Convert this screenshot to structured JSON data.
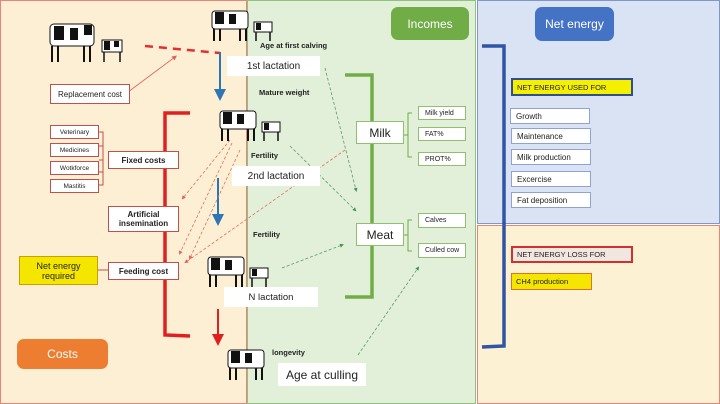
{
  "panels": {
    "costs": {
      "title": "Costs",
      "color": "#ed7d31"
    },
    "incomes": {
      "title": "Incomes",
      "color": "#70ad47"
    },
    "net_energy": {
      "title": "Net energy",
      "color": "#4472c4"
    }
  },
  "costs": {
    "replacement": "Replacement cost",
    "fixed_costs": "Fixed costs",
    "fixed_items": [
      "Veterinary",
      "Medicines",
      "Wotkforce",
      "Mastitis"
    ],
    "artificial_insemination": "Artificial insemination",
    "feeding_cost": "Feeding cost",
    "net_energy_required": "Net energy required"
  },
  "lifecycle": {
    "age_first_calving": "Age at first calving",
    "lactation_1": "1st lactation",
    "mature_weight": "Mature weight",
    "fertility_1": "Fertility",
    "lactation_2": "2nd lactation",
    "fertility_2": "Fertility",
    "lactation_n": "N lactation",
    "longevity": "longevity",
    "age_culling": "Age at culling"
  },
  "incomes": {
    "milk": "Milk",
    "milk_items": [
      "Milk yield",
      "FAT%",
      "PROT%"
    ],
    "meat": "Meat",
    "meat_items": [
      "Calves",
      "Culled cow"
    ]
  },
  "net_energy": {
    "used_header": "NET ENERGY USED FOR",
    "used_items": [
      "Growth",
      "Maintenance",
      "Milk production",
      "Excercise",
      "Fat deposition"
    ],
    "loss_header": "NET ENERGY LOSS FOR",
    "loss_items": [
      "CH4 production"
    ]
  }
}
